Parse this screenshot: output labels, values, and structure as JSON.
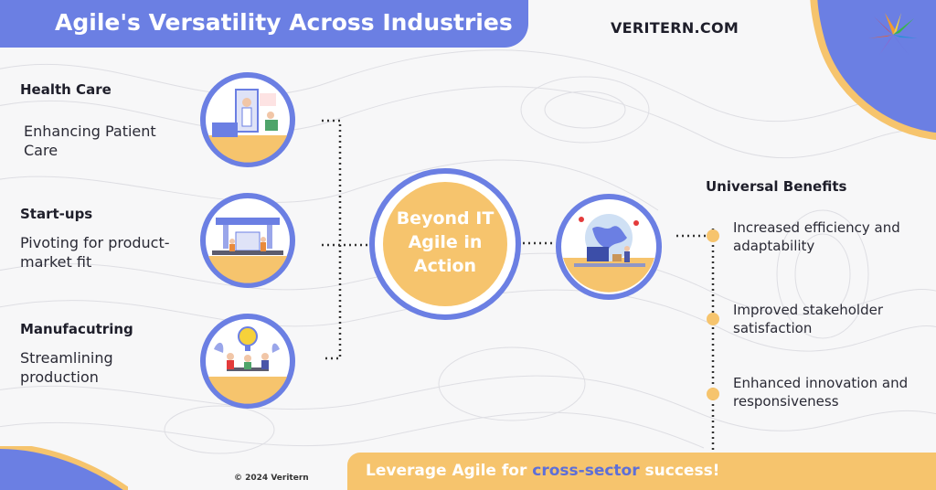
{
  "header": {
    "title": "Agile's Versatility Across Industries",
    "brand": "VERITERN.COM"
  },
  "industries": [
    {
      "title": "Health Care",
      "subtitle": "Enhancing Patient Care",
      "icon": "healthcare-icon"
    },
    {
      "title": "Start-ups",
      "subtitle": "Pivoting for product-market fit",
      "icon": "factory-icon"
    },
    {
      "title": "Manufacutring",
      "subtitle": "Streamlining production",
      "icon": "team-icon"
    }
  ],
  "center": {
    "line1": "Beyond IT",
    "line2": "Agile in",
    "line3": "Action"
  },
  "benefits": {
    "title": "Universal Benefits",
    "items": [
      "Increased efficiency and adaptability",
      "Improved stakeholder satisfaction",
      "Enhanced innovation and responsiveness"
    ]
  },
  "footer": {
    "cta_prefix": "Leverage Agile for ",
    "cta_accent": "cross-sector",
    "cta_suffix": " success!",
    "copyright": "© 2024 Veritern"
  },
  "colors": {
    "accent_blue": "#6b7fe3",
    "accent_yellow": "#f6c46d"
  }
}
